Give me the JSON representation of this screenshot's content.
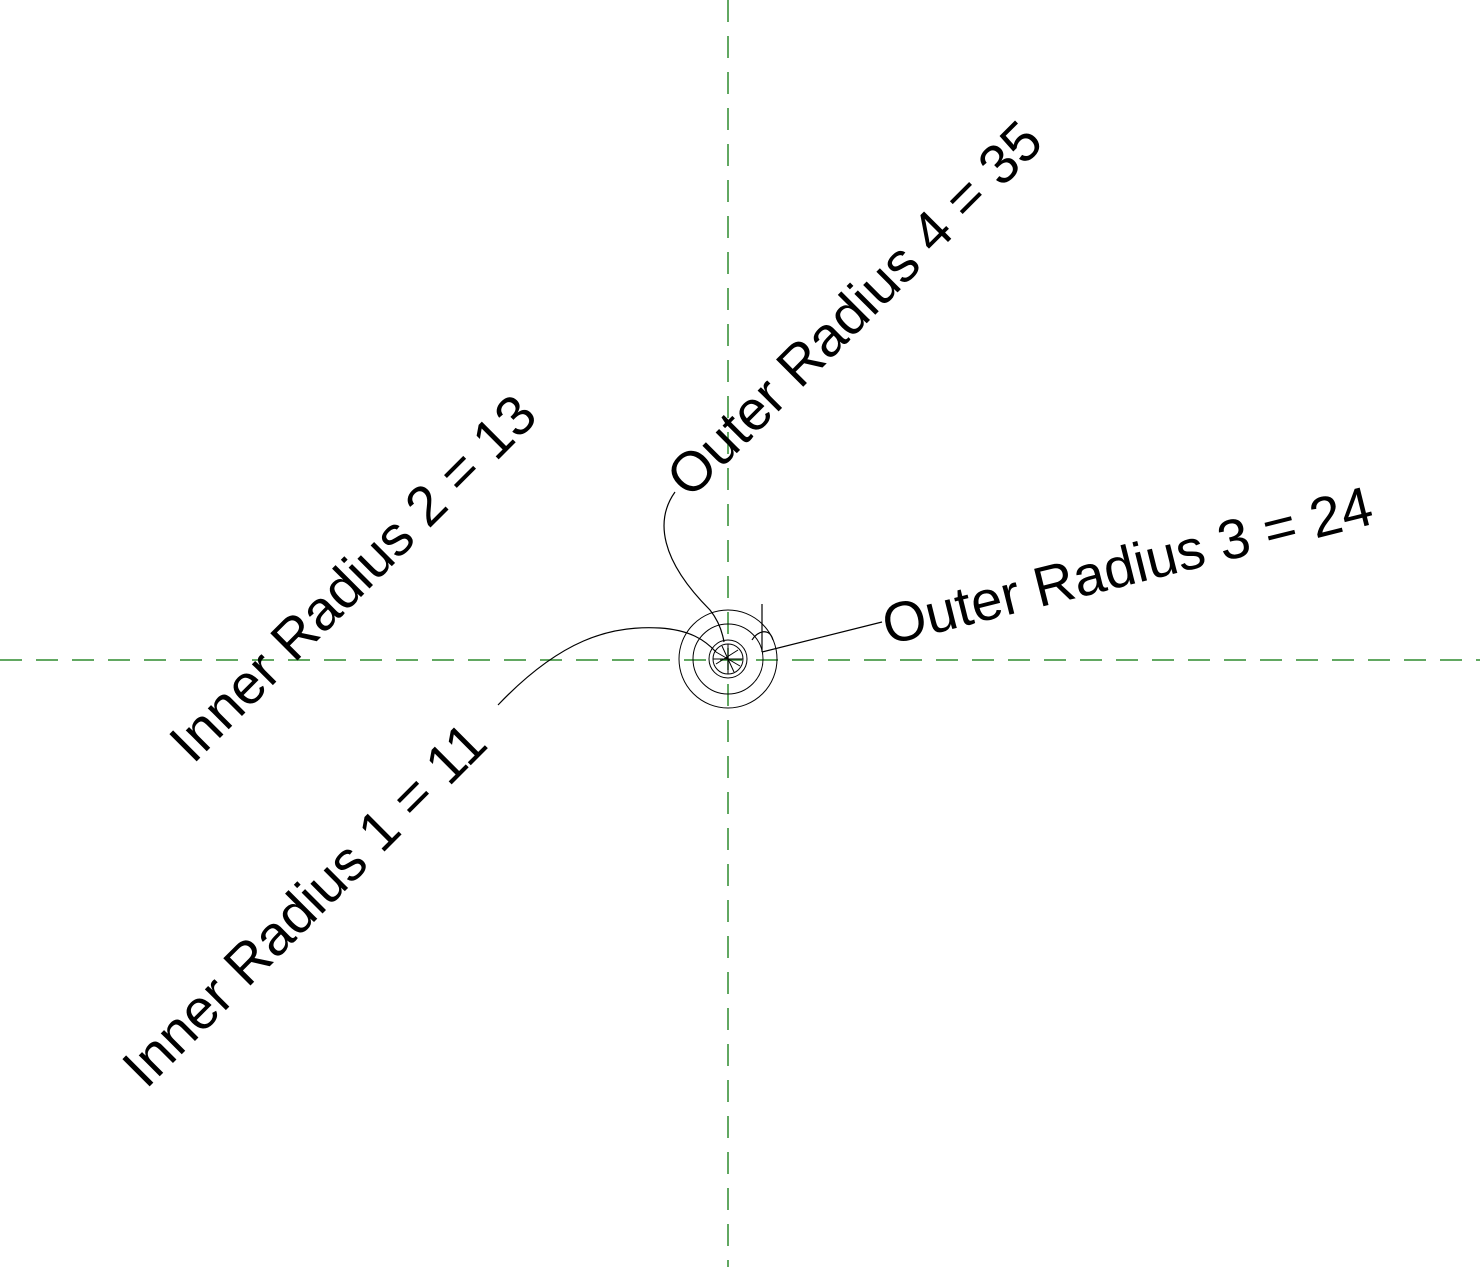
{
  "colors": {
    "reference_line": "#2e8b2e",
    "geometry": "#000000",
    "background": "#ffffff"
  },
  "dimensions": {
    "inner_radius_1": "Inner Radius 1 = 11",
    "inner_radius_2": "Inner Radius 2 = 13",
    "outer_radius_3": "Outer Radius 3 = 24",
    "outer_radius_4": "Outer Radius 4 = 35"
  }
}
